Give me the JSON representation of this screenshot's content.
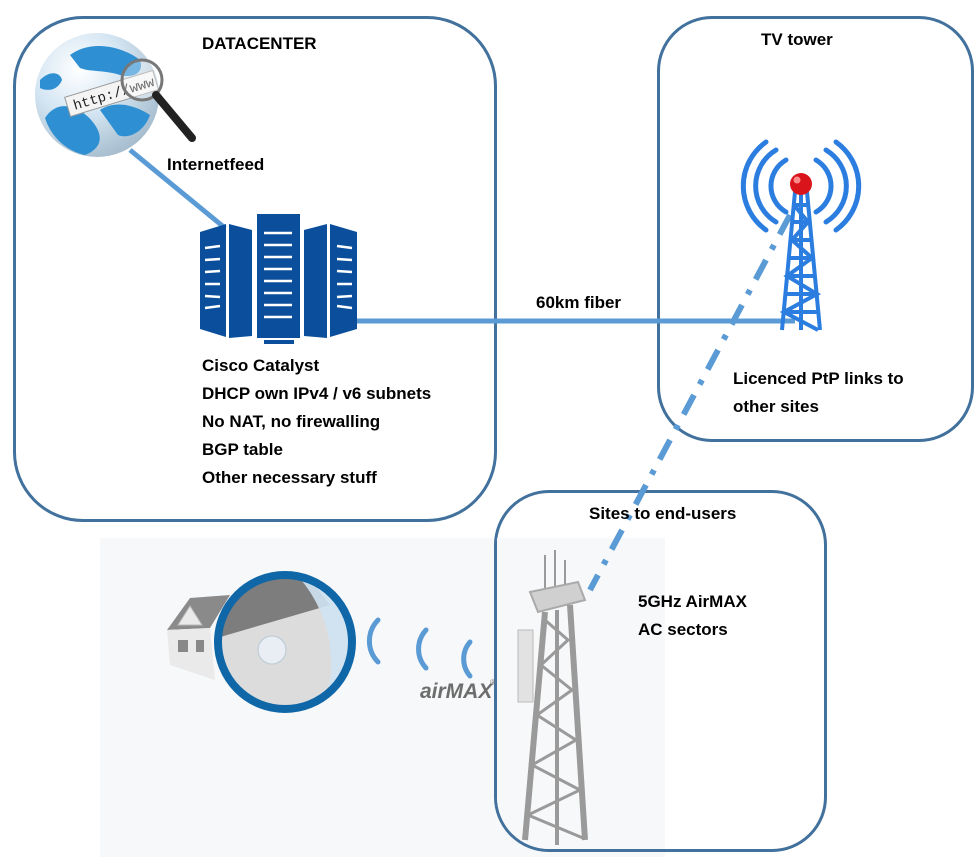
{
  "diagram": {
    "colors": {
      "box_border": "#41719c",
      "link_line": "#5b9bd5",
      "server_blue": "#0b4f9c",
      "tower_blue": "#2b7de0",
      "beacon_red": "#d9141b",
      "airmax_ring": "#0f67a8"
    },
    "datacenter": {
      "title": "DATACENTER",
      "internet_label": "Internetfeed",
      "globe_text": "http://www",
      "features": [
        "Cisco Catalyst",
        "DHCP own IPv4 / v6 subnets",
        "No NAT, no firewalling",
        "BGP table",
        "Other necessary stuff"
      ]
    },
    "tv_tower": {
      "title": "TV tower",
      "description": [
        "Licenced PtP links to",
        "other sites"
      ]
    },
    "end_user_sites": {
      "title": "Sites to end-users",
      "description": [
        "5GHz AirMAX",
        "AC sectors"
      ]
    },
    "links": {
      "fiber_label": "60km fiber"
    },
    "airmax_illustration": {
      "brand_text": "airMAX",
      "brand_mark": "®"
    }
  }
}
